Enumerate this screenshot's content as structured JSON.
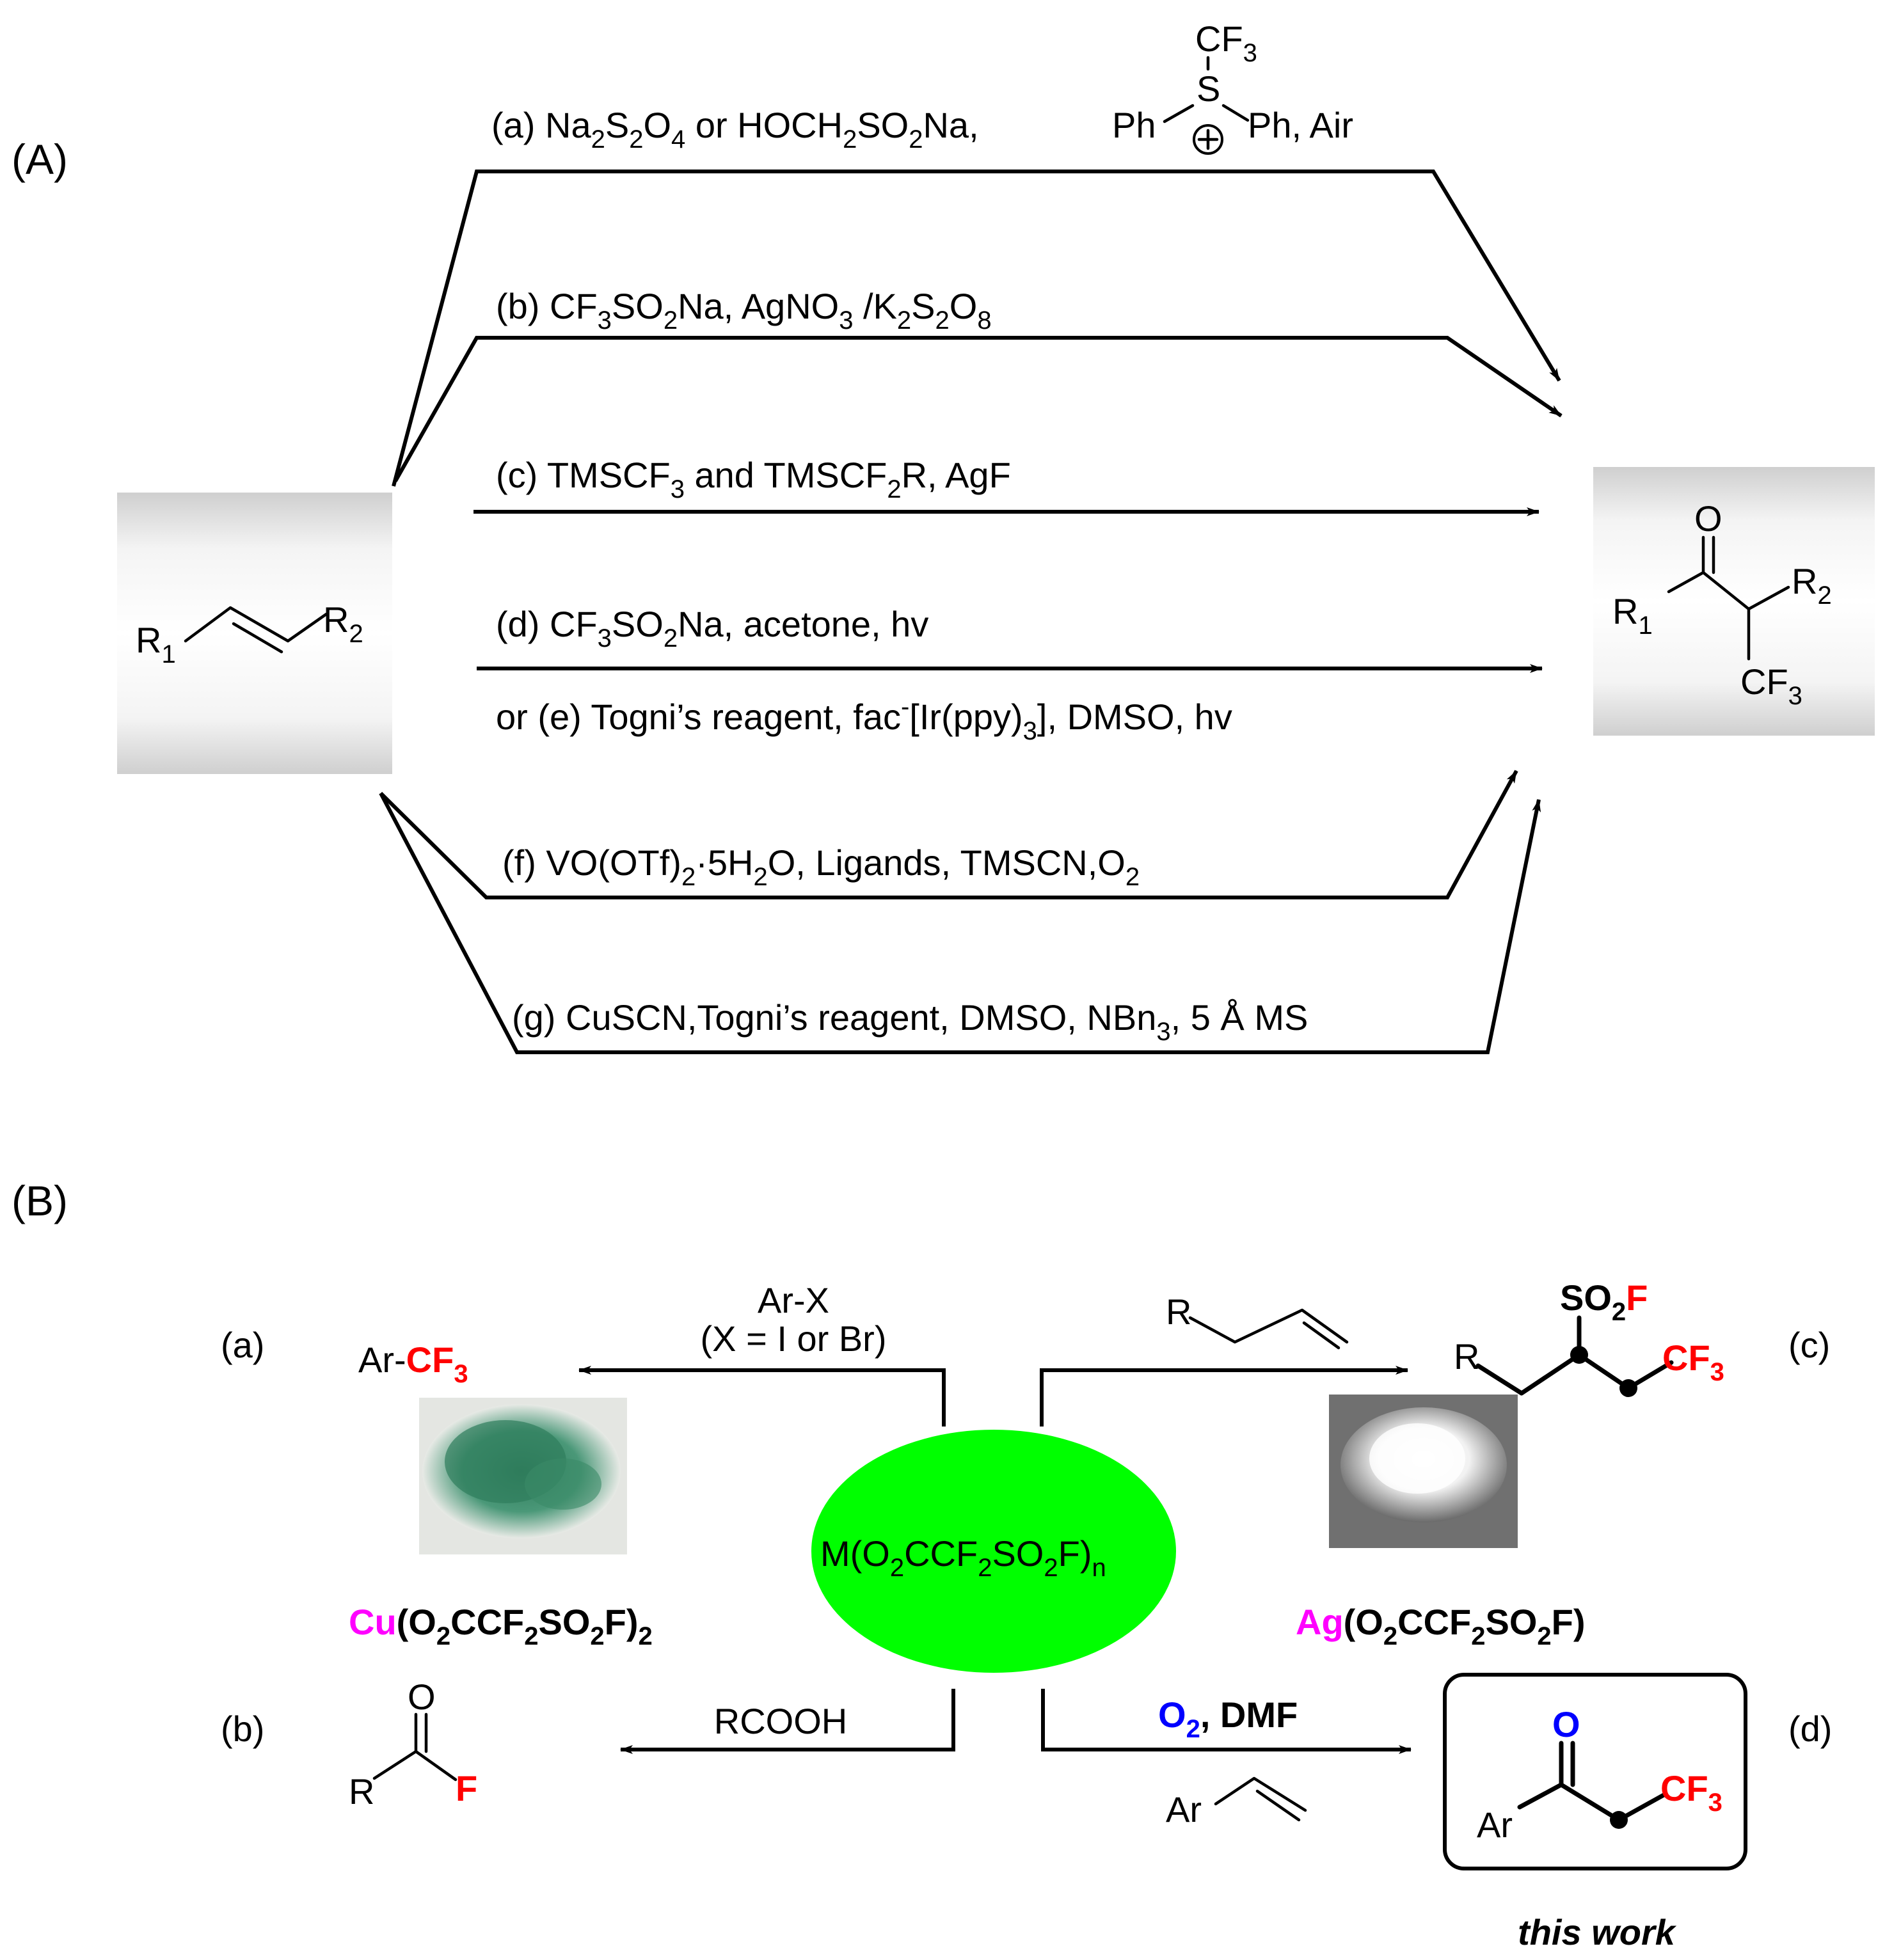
{
  "section_a": {
    "label": "(A)",
    "substrate": {
      "r1": "R",
      "r1_sub": "1",
      "r2": "R",
      "r2_sub": "2"
    },
    "product": {
      "oxygen": "O",
      "r1": "R",
      "r1_sub": "1",
      "r2": "R",
      "r2_sub": "2",
      "cf": "CF",
      "cf_sub": "3"
    },
    "reagent_sulfonium": {
      "cf": "CF",
      "cf_sub": "3",
      "s": "S",
      "ph_left": "Ph",
      "ph_right": "Ph, Air",
      "charge": "+"
    },
    "conditions": {
      "a": [
        "(a) Na",
        "2",
        "S",
        "2",
        "O",
        "4",
        " or HOCH",
        "2",
        "SO",
        "2",
        "Na,"
      ],
      "b": [
        "(b) CF",
        "3",
        "SO",
        "2",
        "Na, AgNO",
        "3",
        " /K",
        "2",
        "S",
        "2",
        "O",
        "8"
      ],
      "c": [
        "(c) TMSCF",
        "3",
        " and TMSCF",
        "2",
        "R, AgF"
      ],
      "d": [
        "(d) CF",
        "3",
        "SO",
        "2",
        "Na, acetone, hv"
      ],
      "e": [
        "or (e) Togni’s reagent, fac",
        "-",
        "[Ir(ppy)",
        "3",
        "], DMSO, hv"
      ],
      "f": [
        "(f) VO(OTf)",
        "2",
        "·5H",
        "2",
        "O, Ligands, TMSCN,O",
        "2"
      ],
      "g": [
        "(g) CuSCN,Togni’s reagent, DMSO, NBn",
        "3",
        ", 5 Å MS"
      ]
    }
  },
  "section_b": {
    "label": "(B)",
    "center_reagent": [
      "M(O",
      "2",
      "CCF",
      "2",
      "SO",
      "2",
      "F)",
      "n"
    ],
    "center_color": "#00ff00",
    "a": {
      "tag": "(a)",
      "reagent_line1": "Ar-X",
      "reagent_line2": "(X = I or Br)",
      "product_prefix": "Ar-",
      "product_cf": "CF",
      "product_cf_sub": "3",
      "salt": [
        "Cu",
        "(O",
        "2",
        "CCF",
        "2",
        "SO",
        "2",
        "F)",
        "2"
      ],
      "powder_color": "#3f8f6e"
    },
    "b": {
      "tag": "(b)",
      "reagent": "RCOOH",
      "product_o": "O",
      "product_r": "R",
      "product_f": "F"
    },
    "c": {
      "tag": "(c)",
      "substrate_r": "R",
      "product_r": "R",
      "product_so2f": [
        "SO",
        "2",
        "F"
      ],
      "product_cf": "CF",
      "product_cf_sub": "3",
      "salt": [
        "Ag",
        "(O",
        "2",
        "CCF",
        "2",
        "SO",
        "2",
        "F)"
      ],
      "powder_color": "#e6e6e6"
    },
    "d": {
      "tag": "(d)",
      "reagent": [
        "O",
        "2",
        ", DMF"
      ],
      "substrate_ar": "Ar",
      "product_o": "O",
      "product_ar": "Ar",
      "product_cf": "CF",
      "product_cf_sub": "3",
      "caption": "this work"
    }
  }
}
